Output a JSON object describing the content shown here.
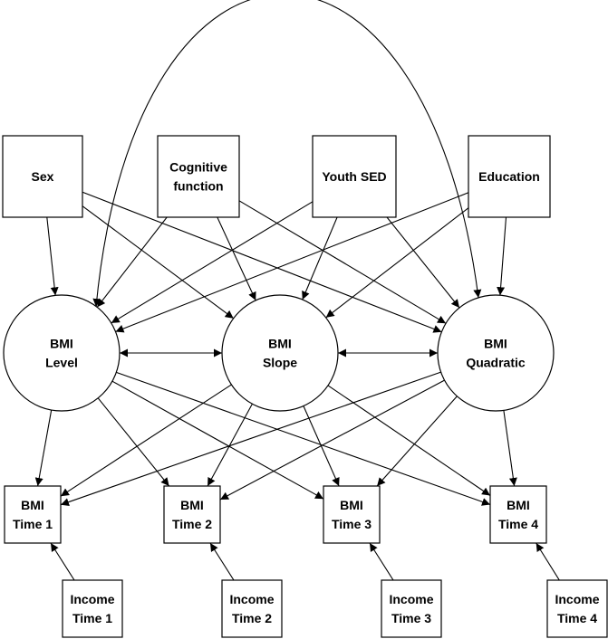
{
  "diagram": {
    "nodes": {
      "sex": [
        "Sex"
      ],
      "cognitive": [
        "Cognitive",
        "function"
      ],
      "youth_sed": [
        "Youth SED"
      ],
      "education": [
        "Education"
      ],
      "bmi_level": [
        "BMI",
        "Level"
      ],
      "bmi_slope": [
        "BMI",
        "Slope"
      ],
      "bmi_quadratic": [
        "BMI",
        "Quadratic"
      ],
      "bmi_t1": [
        "BMI",
        "Time 1"
      ],
      "bmi_t2": [
        "BMI",
        "Time 2"
      ],
      "bmi_t3": [
        "BMI",
        "Time 3"
      ],
      "bmi_t4": [
        "BMI",
        "Time 4"
      ],
      "income_t1": [
        "Income",
        "Time 1"
      ],
      "income_t2": [
        "Income",
        "Time 2"
      ],
      "income_t3": [
        "Income",
        "Time 3"
      ],
      "income_t4": [
        "Income",
        "Time 4"
      ]
    },
    "edges": [
      {
        "from": "sex",
        "to": "bmi_level",
        "type": "directed"
      },
      {
        "from": "sex",
        "to": "bmi_slope",
        "type": "directed"
      },
      {
        "from": "sex",
        "to": "bmi_quadratic",
        "type": "directed"
      },
      {
        "from": "cognitive",
        "to": "bmi_level",
        "type": "directed"
      },
      {
        "from": "cognitive",
        "to": "bmi_slope",
        "type": "directed"
      },
      {
        "from": "cognitive",
        "to": "bmi_quadratic",
        "type": "directed"
      },
      {
        "from": "youth_sed",
        "to": "bmi_level",
        "type": "directed"
      },
      {
        "from": "youth_sed",
        "to": "bmi_slope",
        "type": "directed"
      },
      {
        "from": "youth_sed",
        "to": "bmi_quadratic",
        "type": "directed"
      },
      {
        "from": "education",
        "to": "bmi_level",
        "type": "directed"
      },
      {
        "from": "education",
        "to": "bmi_slope",
        "type": "directed"
      },
      {
        "from": "education",
        "to": "bmi_quadratic",
        "type": "directed"
      },
      {
        "from": "bmi_level",
        "to": "bmi_slope",
        "type": "bidirected"
      },
      {
        "from": "bmi_slope",
        "to": "bmi_quadratic",
        "type": "bidirected"
      },
      {
        "from": "bmi_level",
        "to": "bmi_quadratic",
        "type": "bidirected-curve"
      },
      {
        "from": "bmi_level",
        "to": "bmi_t1",
        "type": "directed"
      },
      {
        "from": "bmi_level",
        "to": "bmi_t2",
        "type": "directed"
      },
      {
        "from": "bmi_level",
        "to": "bmi_t3",
        "type": "directed"
      },
      {
        "from": "bmi_level",
        "to": "bmi_t4",
        "type": "directed"
      },
      {
        "from": "bmi_slope",
        "to": "bmi_t1",
        "type": "directed"
      },
      {
        "from": "bmi_slope",
        "to": "bmi_t2",
        "type": "directed"
      },
      {
        "from": "bmi_slope",
        "to": "bmi_t3",
        "type": "directed"
      },
      {
        "from": "bmi_slope",
        "to": "bmi_t4",
        "type": "directed"
      },
      {
        "from": "bmi_quadratic",
        "to": "bmi_t1",
        "type": "directed"
      },
      {
        "from": "bmi_quadratic",
        "to": "bmi_t2",
        "type": "directed"
      },
      {
        "from": "bmi_quadratic",
        "to": "bmi_t3",
        "type": "directed"
      },
      {
        "from": "bmi_quadratic",
        "to": "bmi_t4",
        "type": "directed"
      },
      {
        "from": "income_t1",
        "to": "bmi_t1",
        "type": "directed"
      },
      {
        "from": "income_t2",
        "to": "bmi_t2",
        "type": "directed"
      },
      {
        "from": "income_t3",
        "to": "bmi_t3",
        "type": "directed"
      },
      {
        "from": "income_t4",
        "to": "bmi_t4",
        "type": "directed"
      }
    ]
  }
}
